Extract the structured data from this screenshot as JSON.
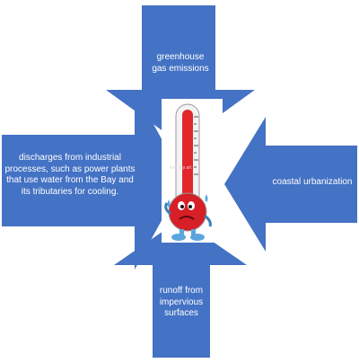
{
  "colors": {
    "arrow": "#4472c4",
    "thermo_red": "#e1262c",
    "thermo_bulb": "#d61f26",
    "thermo_glass": "#f3f3f3",
    "character_blue": "#5aa6dd"
  },
  "arrows": {
    "top": {
      "text": "greenhouse gas emissions"
    },
    "left": {
      "text": "discharges from industrial processes, such as power plants that use water from the Bay and its tributaries for cooling."
    },
    "right": {
      "text": "coastal urbanization"
    },
    "bottom": {
      "text": "runoff from impervious surfaces"
    }
  },
  "center_image": {
    "icon": "thermometer-character-icon",
    "watermark": "free clip art"
  }
}
